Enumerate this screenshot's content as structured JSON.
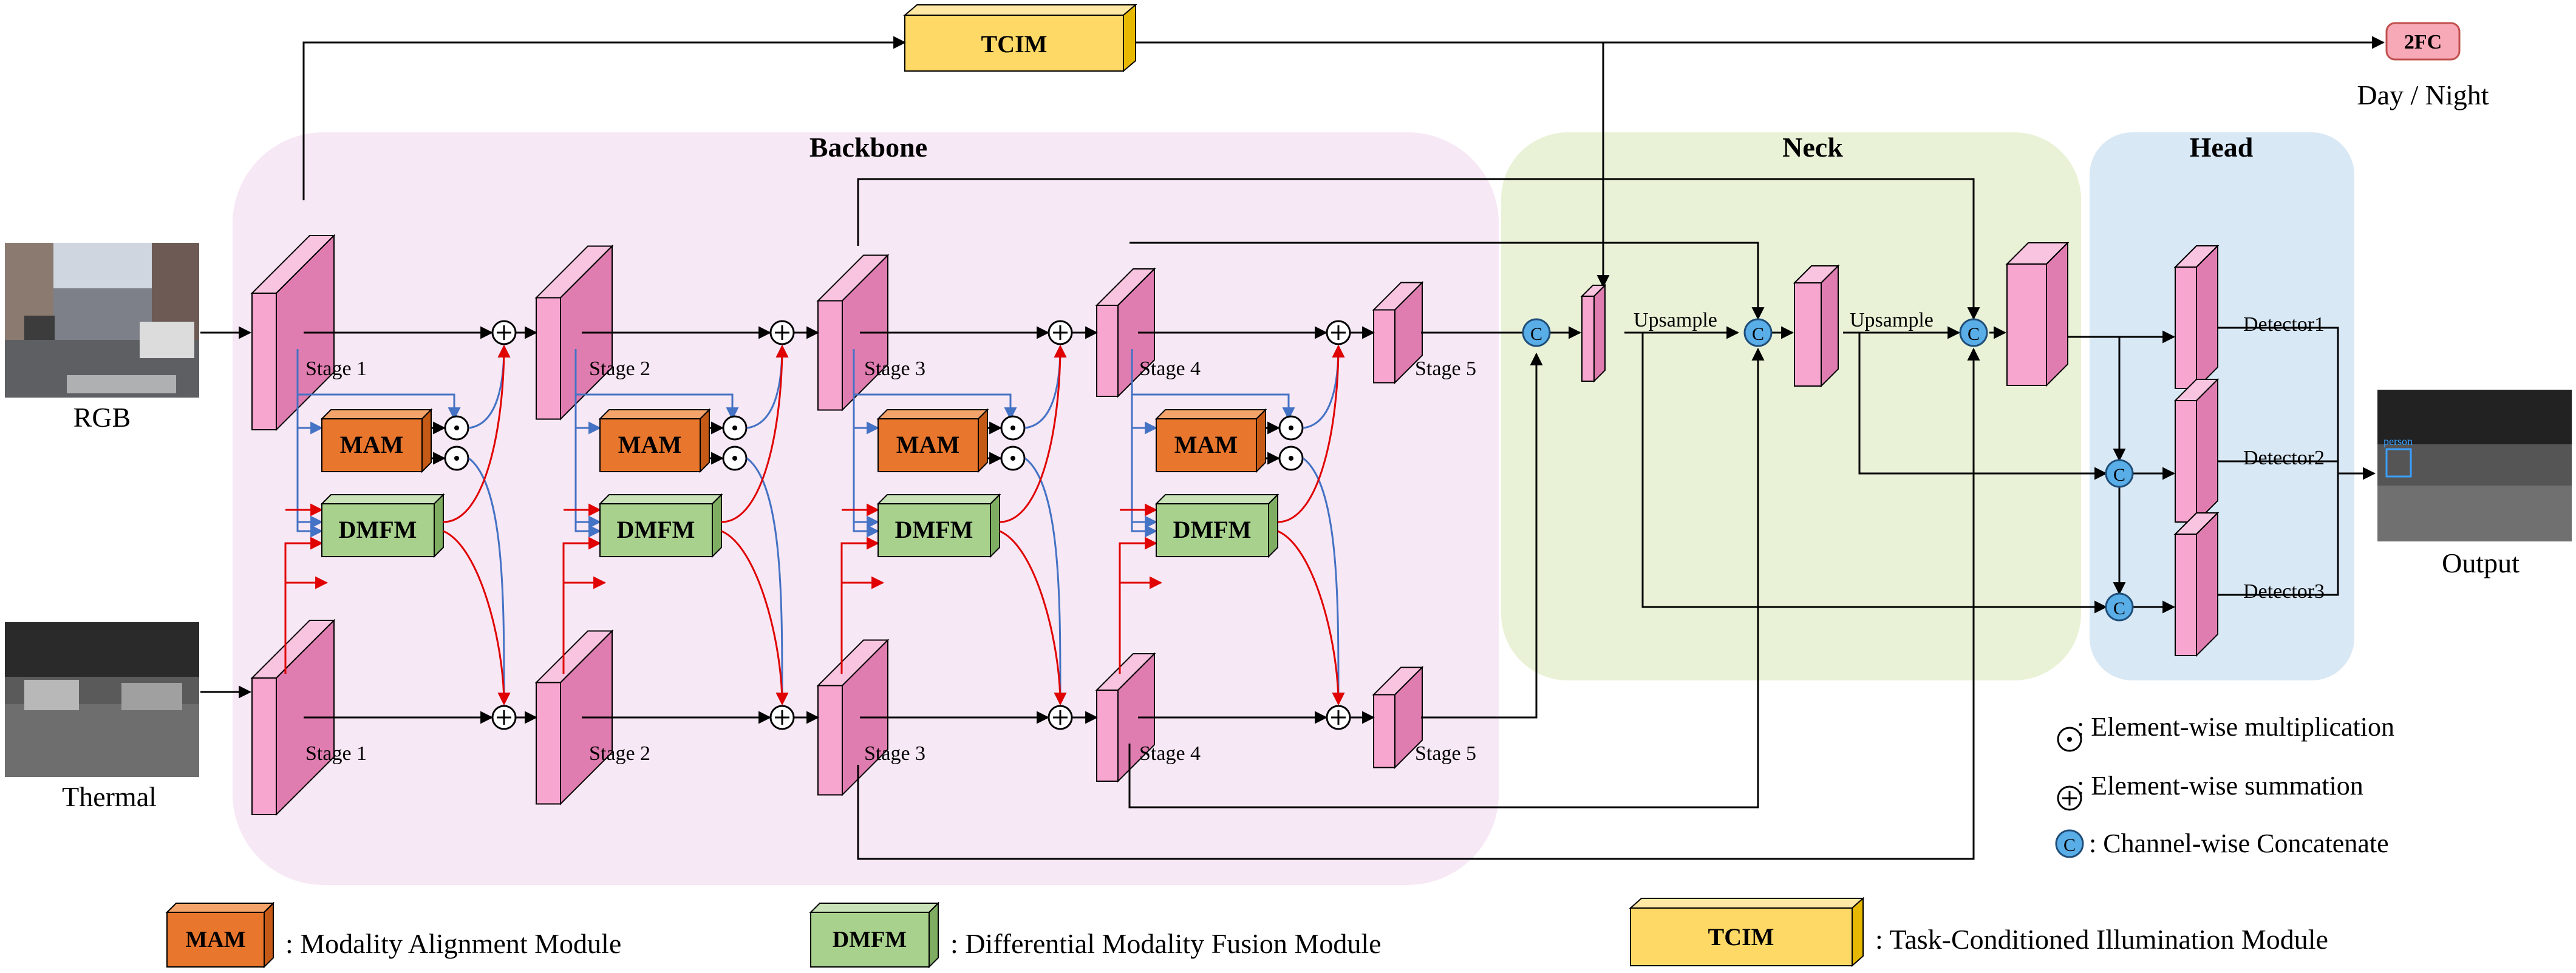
{
  "sections": {
    "backbone": "Backbone",
    "neck": "Neck",
    "head": "Head"
  },
  "modules": {
    "tcim": "TCIM",
    "mam": "MAM",
    "dmfm": "DMFM",
    "fc": "2FC"
  },
  "io": {
    "rgb": "RGB",
    "thermal": "Thermal",
    "output": "Output",
    "day_night": "Day / Night",
    "detection_label": "person"
  },
  "stages": [
    "Stage 1",
    "Stage 2",
    "Stage 3",
    "Stage 4",
    "Stage 5"
  ],
  "neck_labels": {
    "upsample": "Upsample"
  },
  "detectors": [
    "Detector1",
    "Detector2",
    "Detector3"
  ],
  "symbols": {
    "concat": "C"
  },
  "legend": {
    "mult": ": Element-wise multiplication",
    "sum": ": Element-wise summation",
    "concat": ": Channel-wise Concatenate",
    "mam": ": Modality Alignment Module",
    "dmfm": ": Differential Modality Fusion Module",
    "tcim": ": Task-Conditioned Illumination Module"
  },
  "colors": {
    "backbone_bg": "#f7e8f5",
    "neck_bg": "#e9f2d6",
    "head_bg": "#d9e8f5",
    "stage_pink": "#f6a6cf",
    "mam_orange": "#e8762d",
    "dmfm_green": "#a9d18e",
    "tcim_yellow": "#ffd966",
    "fc_pink": "#f8a9b8",
    "concat_blue": "#5aaee8",
    "arrow_blue": "#4472c4",
    "arrow_red": "#e00000"
  }
}
